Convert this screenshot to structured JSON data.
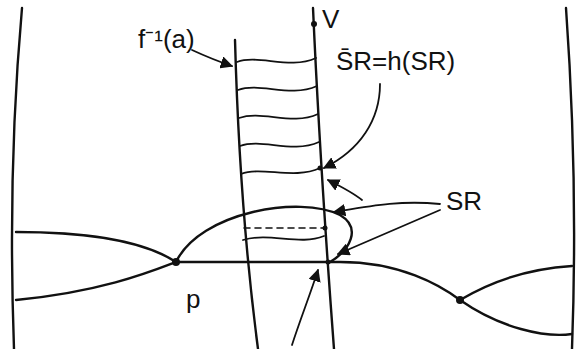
{
  "diagram": {
    "labels": [
      "f⁻¹(a)",
      "V",
      "S̄R=h(SR)",
      "SR",
      "p"
    ]
  }
}
